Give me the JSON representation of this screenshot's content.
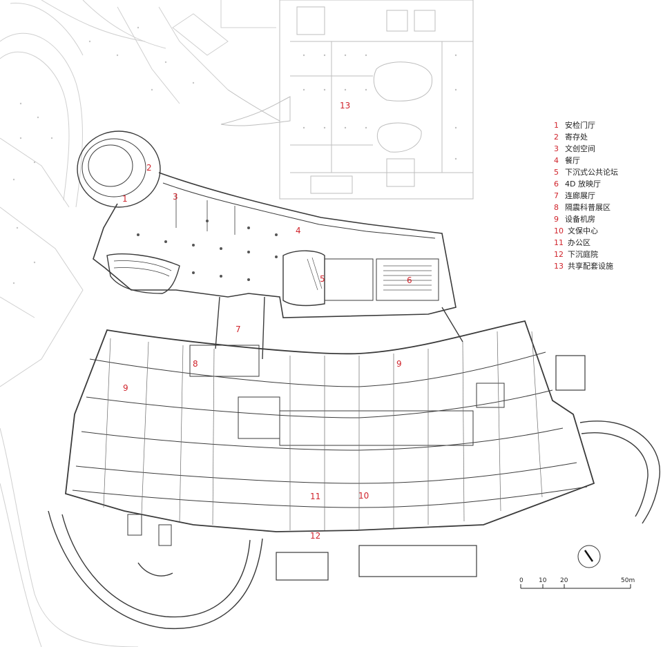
{
  "colors": {
    "label": "#d0232b",
    "line": "#3a3a3a",
    "faint": "#b9b9b9",
    "context": "#d7d7d7"
  },
  "plan_labels": [
    {
      "id": "1",
      "text": "1"
    },
    {
      "id": "2",
      "text": "2"
    },
    {
      "id": "3",
      "text": "3"
    },
    {
      "id": "4",
      "text": "4"
    },
    {
      "id": "5",
      "text": "5"
    },
    {
      "id": "6",
      "text": "6"
    },
    {
      "id": "7",
      "text": "7"
    },
    {
      "id": "8",
      "text": "8"
    },
    {
      "id": "9a",
      "text": "9"
    },
    {
      "id": "9b",
      "text": "9"
    },
    {
      "id": "10",
      "text": "10"
    },
    {
      "id": "11",
      "text": "11"
    },
    {
      "id": "12",
      "text": "12"
    },
    {
      "id": "13",
      "text": "13"
    }
  ],
  "legend": [
    {
      "num": "1",
      "text": "安检门厅"
    },
    {
      "num": "2",
      "text": "寄存处"
    },
    {
      "num": "3",
      "text": "文创空间"
    },
    {
      "num": "4",
      "text": "餐厅"
    },
    {
      "num": "5",
      "text": "下沉式公共论坛"
    },
    {
      "num": "6",
      "text": "4D 放映厅"
    },
    {
      "num": "7",
      "text": "连廊展厅"
    },
    {
      "num": "8",
      "text": "隔震科普展区"
    },
    {
      "num": "9",
      "text": "设备机房"
    },
    {
      "num": "10",
      "text": "文保中心"
    },
    {
      "num": "11",
      "text": "办公区"
    },
    {
      "num": "12",
      "text": "下沉庭院"
    },
    {
      "num": "13",
      "text": "共享配套设施"
    }
  ],
  "scale_bar": {
    "ticks": [
      "0",
      "10",
      "20",
      "50m"
    ]
  },
  "north_arrow": {
    "icon": "north-arrow-icon"
  }
}
